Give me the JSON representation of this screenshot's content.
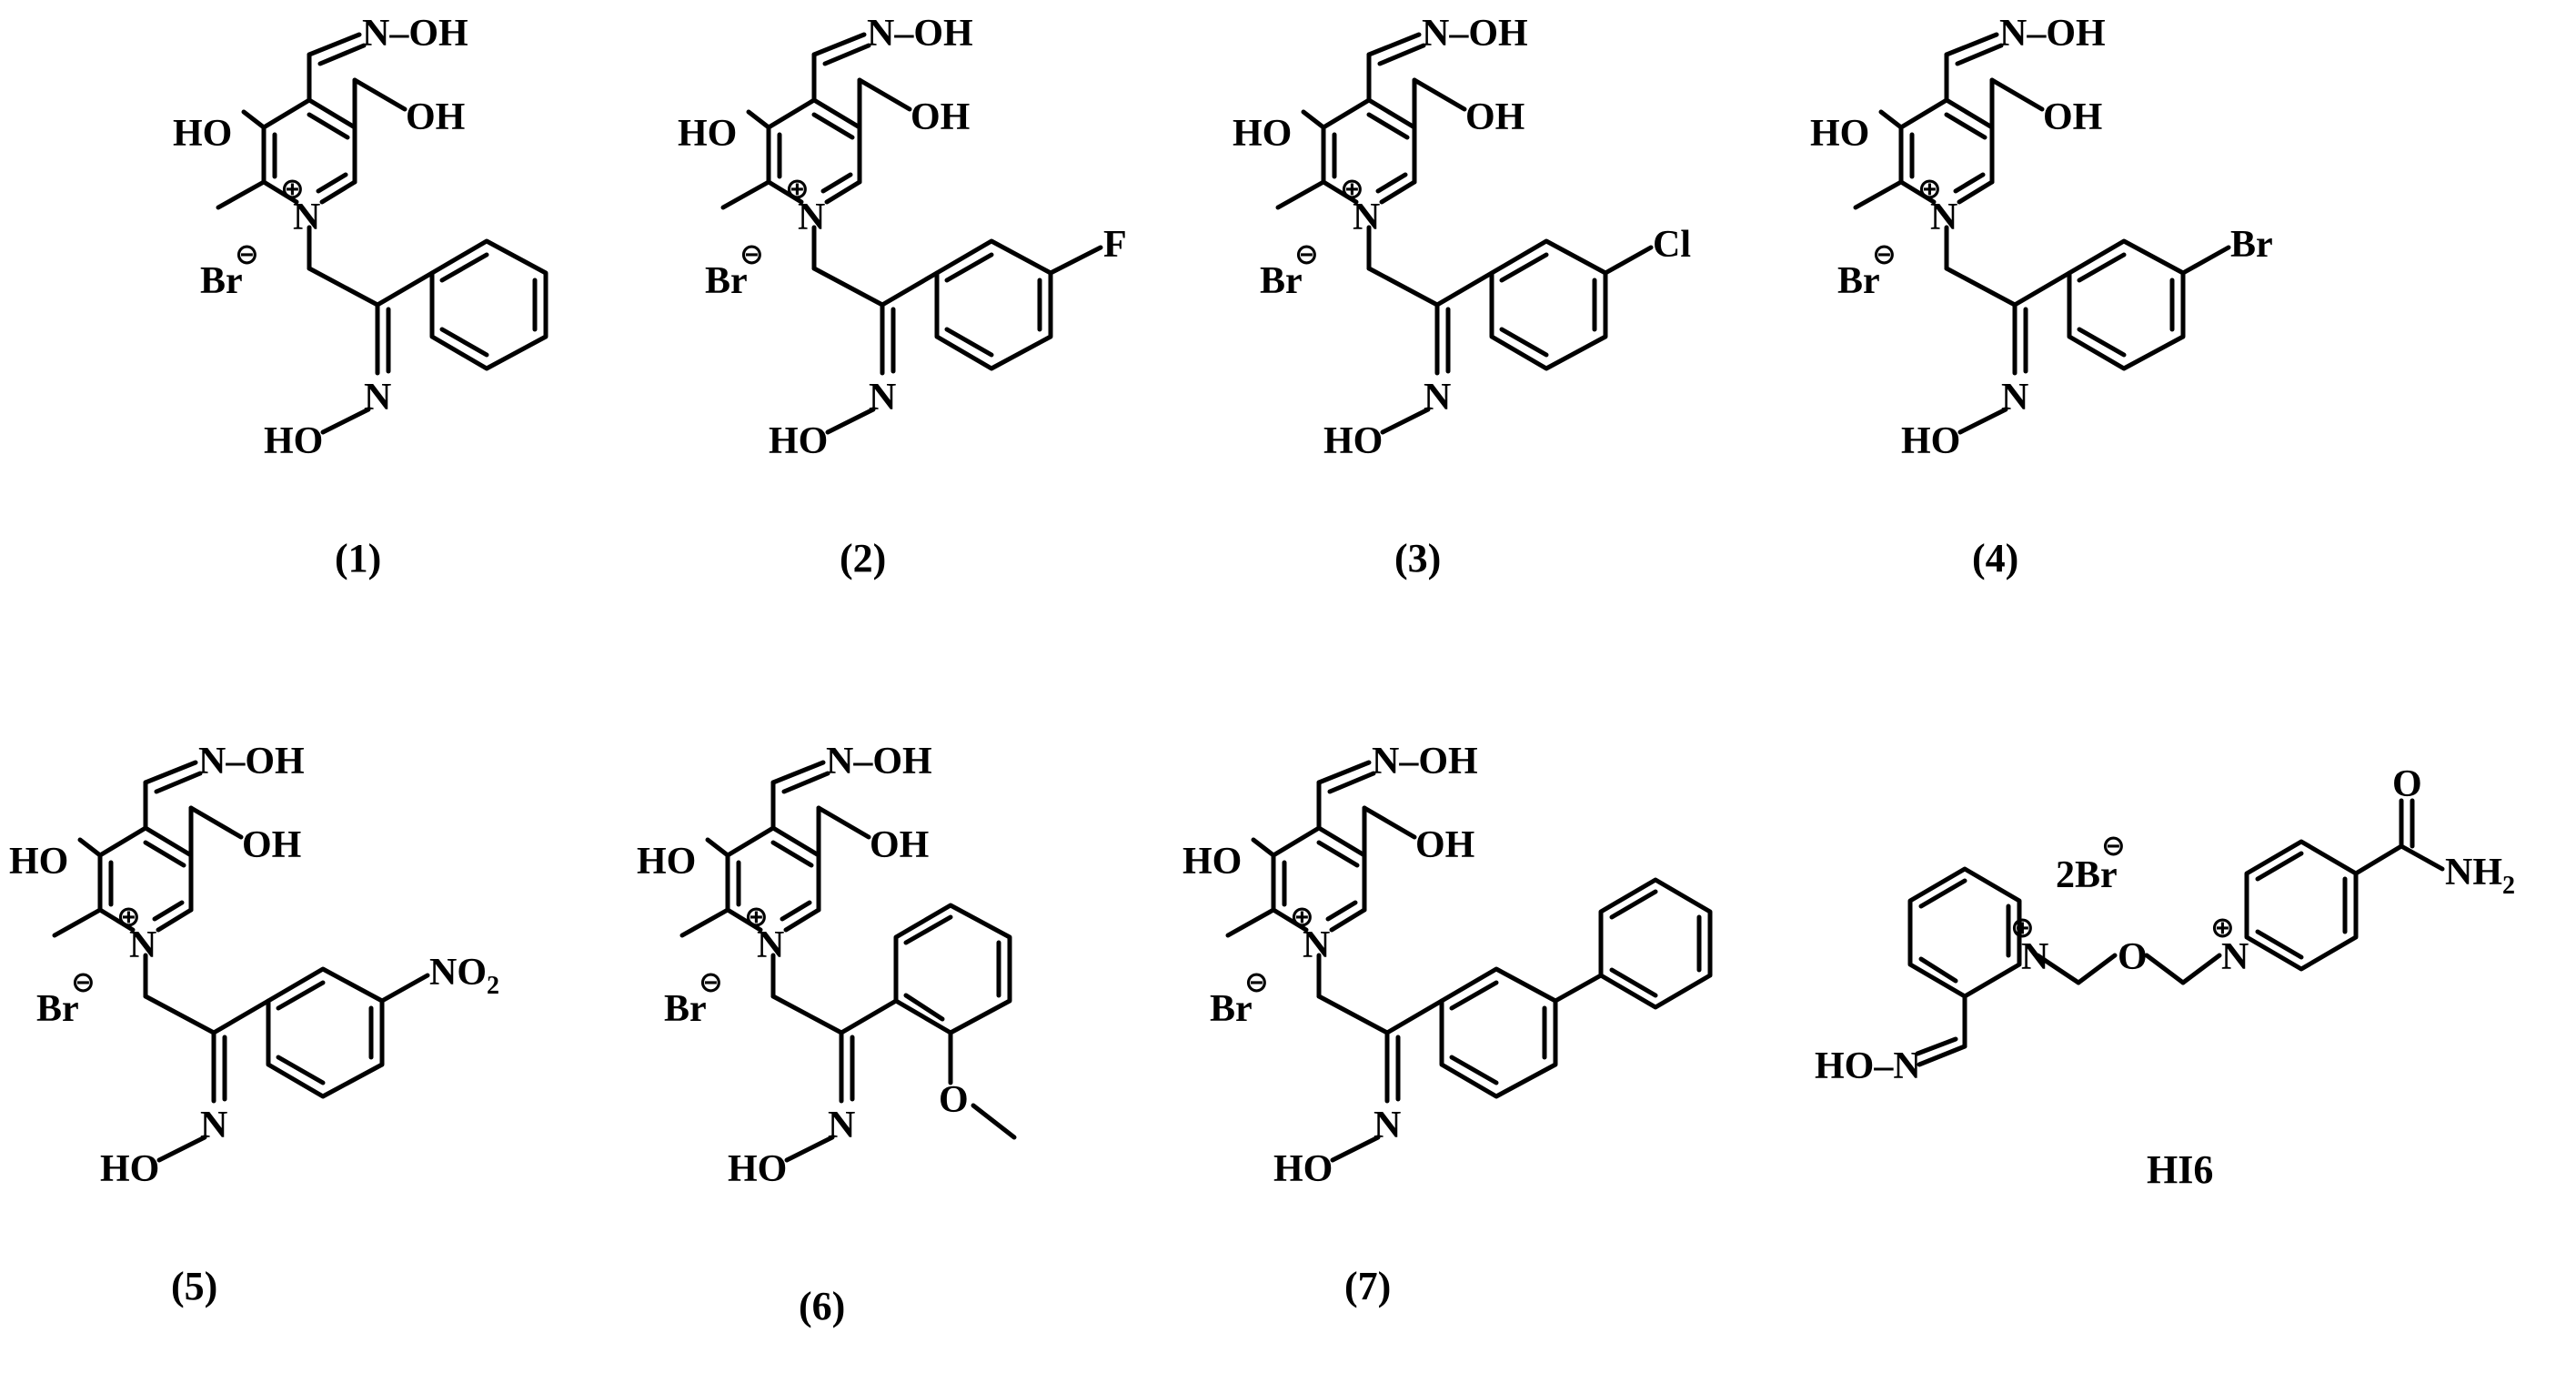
{
  "atoms": {
    "oxime": "N–OH",
    "ho": "HO",
    "oh": "OH",
    "n": "N",
    "br": "Br",
    "ho_oxime": "HO",
    "o": "O",
    "h2": "H",
    "nh2_sub": "2",
    "no2_no": "NO",
    "no2_sub": "2",
    "f": "F",
    "cl": "Cl",
    "br_sub": "Br",
    "hi6_counter": "2Br",
    "hi6_oxime": "HO–N",
    "hi6_n": "N"
  },
  "charges": {
    "plus": "⊕",
    "minus": "⊖"
  },
  "compounds": [
    {
      "label": "(1)",
      "substituent": ""
    },
    {
      "label": "(2)",
      "substituent": "F"
    },
    {
      "label": "(3)",
      "substituent": "Cl"
    },
    {
      "label": "(4)",
      "substituent": "Br"
    },
    {
      "label": "(5)",
      "substituent": "NO2"
    },
    {
      "label": "(6)",
      "substituent": "OMe"
    },
    {
      "label": "(7)",
      "substituent": "Ph"
    }
  ],
  "hi6": {
    "label": "HI6"
  }
}
